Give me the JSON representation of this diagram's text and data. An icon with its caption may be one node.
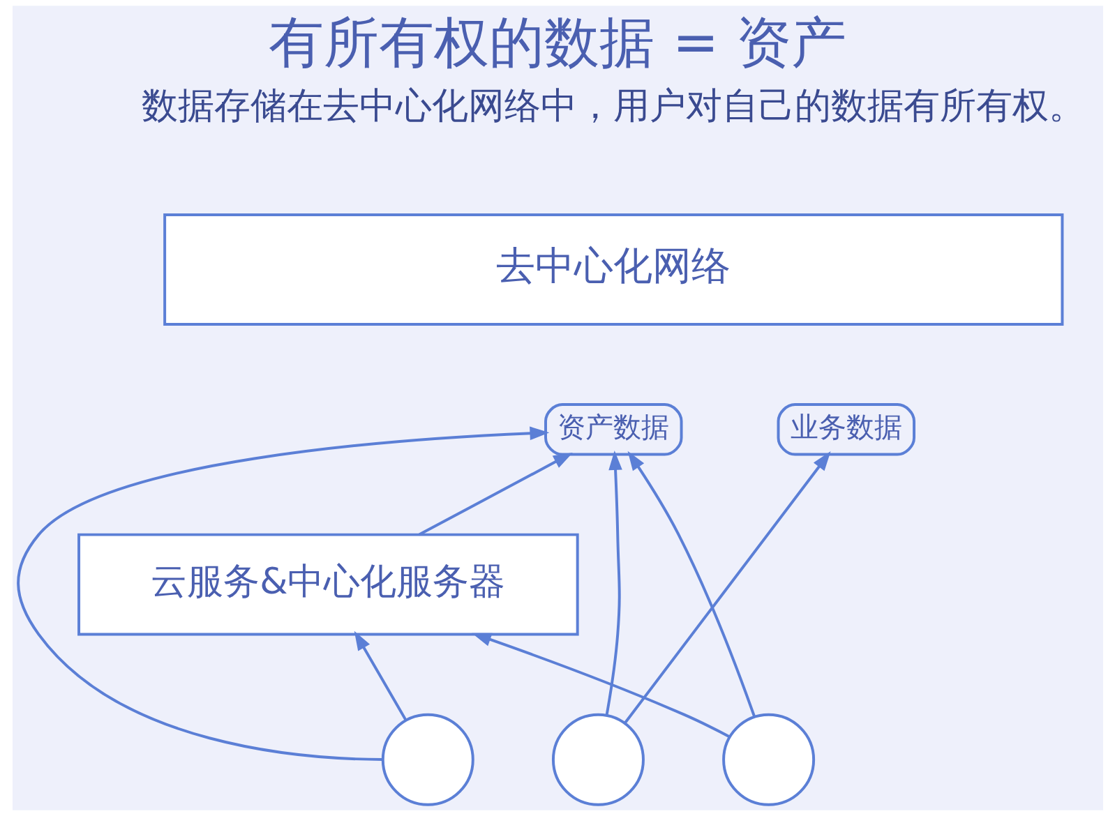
{
  "diagram": {
    "title": "有所有权的数据 = 资产",
    "nodes": [
      {
        "text": [
          "去中心化网络"
        ]
      },
      {
        "text": [
          "资产数据"
        ]
      },
      {
        "text": [
          "云服务&中心化服务器"
        ]
      },
      {
        "text": [
          "业务数据"
        ]
      },
      {
        "text": [],
        "shape": "circle"
      },
      {
        "text": [],
        "shape": "circle"
      },
      {
        "text": [],
        "shape": "circle"
      }
    ],
    "edges": [
      {
        "from": 2,
        "to": 1,
        "arrow": "to"
      },
      {
        "from": 4,
        "to": 2,
        "arrow": "to"
      },
      {
        "from": 5,
        "to": 3,
        "arrow": "to"
      },
      {
        "from": 6,
        "to": 2,
        "arrow": "to"
      },
      {
        "from": 4,
        "to": 1,
        "arrow": "to"
      },
      {
        "from": 5,
        "to": 1,
        "arrow": "to"
      },
      {
        "from": 6,
        "to": 1,
        "arrow": "to"
      }
    ],
    "labels": [
      "数据存储在去中心化网络中，用户对自己的数据有所有权。"
    ]
  }
}
